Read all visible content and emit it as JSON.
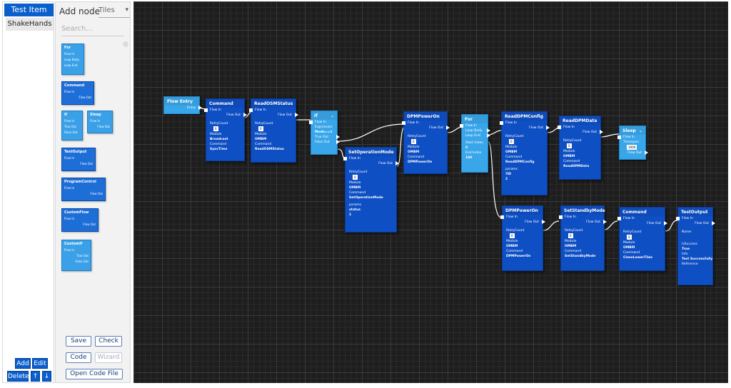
{
  "left_panel": {
    "tab_active": "Test Item",
    "tab_item": "ShakeHands",
    "add_label": "Add",
    "edit_label": "Edit",
    "delete_label": "Delete",
    "up_label": "↑",
    "down_label": "↓"
  },
  "palette": {
    "title": "Add node",
    "view_mode": "Tiles",
    "search_placeholder": "Search...",
    "items": [
      {
        "title": "For",
        "rows": [
          "Flow In",
          "Loop Body",
          "Loop End"
        ]
      },
      {
        "title": "Command",
        "rows": [
          "Flow In",
          "Flow Out"
        ]
      },
      {
        "title": "If",
        "rows": [
          "Flow In",
          "True Out",
          "False Out"
        ]
      },
      {
        "title": "Sleep",
        "rows": [
          "Flow In",
          "Flow Out"
        ]
      },
      {
        "title": "TestOutput",
        "rows": [
          "Flow In",
          "Flow Out"
        ]
      },
      {
        "title": "ProgramControl",
        "rows": [
          "Flow In",
          "Flow Out"
        ]
      },
      {
        "title": "CustomFlow",
        "rows": [
          "Flow In",
          "Flow Out"
        ]
      },
      {
        "title": "CustomIf",
        "rows": [
          "Flow In",
          "True Out",
          "False Out"
        ]
      }
    ],
    "buttons": {
      "save": "Save",
      "check": "Check",
      "code": "Code",
      "wizard": "Wizard",
      "open_code_file": "Open Code File"
    }
  },
  "canvas": {
    "colors": {
      "node": "#0f4fc4",
      "node_light": "#3aa6ea",
      "wire": "#ffffff",
      "grid_bg": "#1e1e1e"
    },
    "nodes": {
      "flow_entry": {
        "title": "Flow Entry",
        "out": "Entry"
      },
      "command1": {
        "title": "Command",
        "flow_in": "Flow In",
        "flow_out": "Flow Out",
        "retry_label": "RetryCount",
        "retry_value": "0",
        "module_label": "Module",
        "module_value": "Broadcast",
        "command_label": "Command",
        "command_value": "SyncTime"
      },
      "read_osm": {
        "title": "ReadOSMStatus",
        "flow_in": "Flow In",
        "flow_out": "Flow Out",
        "retry_label": "RetryCount",
        "retry_value": "0",
        "module_label": "Module",
        "module_value": "OMBM",
        "command_label": "Command",
        "command_value": "ReadOSMStatus"
      },
      "if1": {
        "title": "If",
        "flow_in": "Flow In",
        "expr_label": "Expression",
        "expr_value": "Mode==1",
        "true_out": "True Out",
        "false_out": "False Out"
      },
      "set_op": {
        "title": "SetOperationMode",
        "flow_in": "Flow In",
        "flow_out": "Flow Out",
        "retry_label": "RetryCount",
        "retry_value": "0",
        "module_label": "Module",
        "module_value": "OMBM",
        "command_label": "Command",
        "command_value": "SetOperationMode",
        "params_label": "params",
        "params_value1": "status",
        "params_value2": "1"
      },
      "dpm_on1": {
        "title": "DPMPowerOn",
        "flow_in": "Flow In",
        "flow_out": "Flow Out",
        "retry_label": "RetryCount",
        "retry_value": "0",
        "module_label": "Module",
        "module_value": "OMBM",
        "command_label": "Command",
        "command_value": "DPMPowerOn"
      },
      "for1": {
        "title": "For",
        "flow_in": "Flow In",
        "loop_body": "Loop Body",
        "loop_end": "Loop End",
        "start_label": "Start Index",
        "start_value": "0",
        "end_label": "End Index",
        "end_value": "160"
      },
      "read_cfg": {
        "title": "ReadDPMConfig",
        "flow_in": "Flow In",
        "flow_out": "Flow Out",
        "retry_label": "RetryCount",
        "retry_value": "0",
        "module_label": "Module",
        "module_value": "OMBM",
        "command_label": "Command",
        "command_value": "ReadDPMConfig",
        "params_label": "params",
        "params_value1": "?ID",
        "params_value2": "2"
      },
      "read_data": {
        "title": "ReadDPMData",
        "flow_in": "Flow In",
        "flow_out": "Flow Out",
        "retry_label": "RetryCount",
        "retry_value": "0",
        "module_label": "Module",
        "module_value": "OMBM",
        "command_label": "Command",
        "command_value": "ReadDPMData"
      },
      "sleep1": {
        "title": "Sleep",
        "flow_in": "Flow In",
        "timespan_label": "Timespan",
        "timespan_value": "1000",
        "flow_out": "Flow Out"
      },
      "dpm_on2": {
        "title": "DPMPowerOn",
        "flow_in": "Flow In",
        "flow_out": "Flow Out",
        "retry_label": "RetryCount",
        "retry_value": "0",
        "module_label": "Module",
        "module_value": "OMBM",
        "command_label": "Command",
        "command_value": "DPMPowerOn"
      },
      "standby": {
        "title": "SetStandbyMode",
        "flow_in": "Flow In",
        "flow_out": "Flow Out",
        "retry_label": "RetryCount",
        "retry_value": "0",
        "module_label": "Module",
        "module_value": "OMBM",
        "command_label": "Command",
        "command_value": "SetStandbyMode"
      },
      "command2": {
        "title": "Command",
        "flow_in": "Flow In",
        "flow_out": "Flow Out",
        "retry_label": "RetryCount",
        "retry_value": "0",
        "module_label": "Module",
        "module_value": "OMBM",
        "command_label": "Command",
        "command_value": "CloseLowerTiles"
      },
      "test_output": {
        "title": "TestOutput",
        "flow_in": "Flow In",
        "flow_out": "Flow Out",
        "name_label": "Name",
        "is_success_label": "IsSuccess",
        "is_success_value": "True",
        "info_label": "Info",
        "info_value": "Test Successfully",
        "reference_label": "Reference"
      }
    }
  }
}
